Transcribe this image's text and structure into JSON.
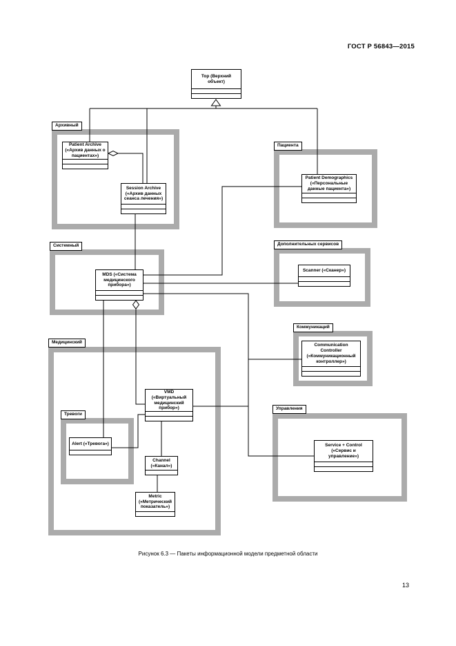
{
  "page": {
    "header": "ГОСТ Р 56843—2015",
    "caption": "Рисунок 6.3 — Пакеты информационной модели предметной области",
    "page_number": "13"
  },
  "diagram": {
    "top_class": "Top (Верхний объект)",
    "packages": {
      "archive": "Архивный",
      "patient": "Пациента",
      "system": "Системный",
      "extended_services": "Дополнительных сервисов",
      "communication": "Коммуникаций",
      "medical": "Медицинский",
      "alerts": "Тревоги",
      "control": "Управления"
    },
    "classes": {
      "patient_archive": "Patient Archive («Архив данных о пациентах»)",
      "session_archive": "Session Archive («Архив данных сеанса лечения»)",
      "patient_demographics": "Patient Demographics («Персональные данные пациента»)",
      "mds": "MDS («Система медицинского прибора»)",
      "scanner": "Scanner («Сканер»)",
      "communication_controller": "Communication Controller («Коммуникационный контроллер»)",
      "vmd": "VMD («Виртуальный медицинский прибор»)",
      "alert": "Alert («Тревога»)",
      "channel": "Channel («Канал»)",
      "metric": "Metric («Метрический показатель»)",
      "service_control": "Service + Control («Сервис и управление»)"
    }
  }
}
